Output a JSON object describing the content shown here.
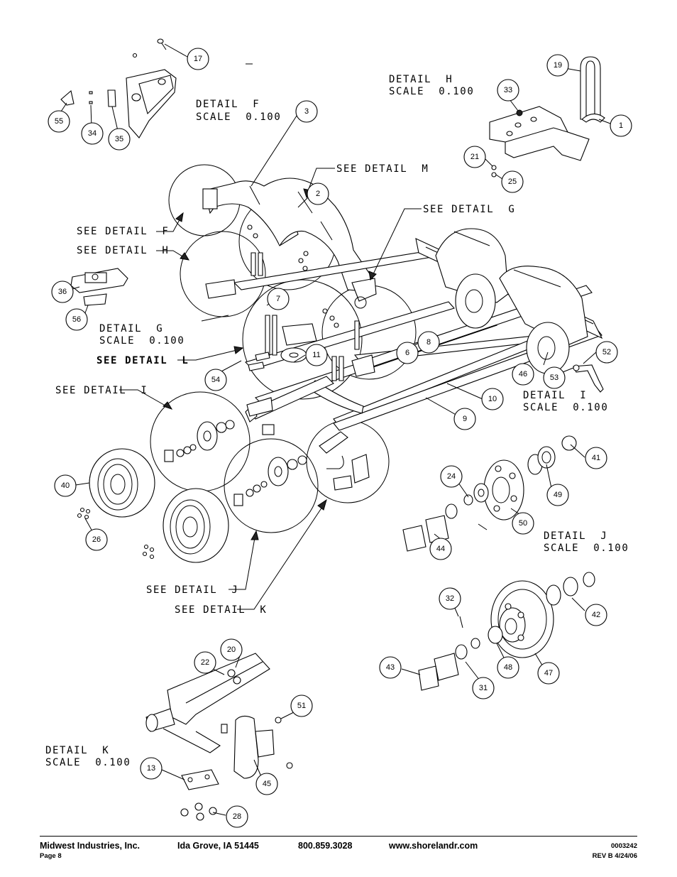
{
  "details": {
    "F": {
      "title": "DETAIL  F",
      "scale": "SCALE  0.100"
    },
    "H": {
      "title": "DETAIL  H",
      "scale": "SCALE  0.100"
    },
    "G": {
      "title": "DETAIL  G",
      "scale": "SCALE  0.100"
    },
    "I": {
      "title": "DETAIL  I",
      "scale": "SCALE  0.100"
    },
    "J": {
      "title": "DETAIL  J",
      "scale": "SCALE  0.100"
    },
    "K": {
      "title": "DETAIL  K",
      "scale": "SCALE  0.100"
    }
  },
  "see_detail": {
    "M": "SEE DETAIL  M",
    "G": "SEE DETAIL  G",
    "F": "SEE DETAIL  F",
    "H": "SEE DETAIL  H",
    "L": "SEE DETAIL  L",
    "I": "SEE DETAIL  I",
    "J": "SEE DETAIL  J",
    "K": "SEE DETAIL  K"
  },
  "callouts": {
    "c17": "17",
    "c55": "55",
    "c34": "34",
    "c35": "35",
    "c3": "3",
    "c2": "2",
    "c19": "19",
    "c33": "33",
    "c1_h": "1",
    "c21": "21",
    "c25": "25",
    "c36": "36",
    "c56": "56",
    "c7": "7",
    "c11": "11",
    "c54": "54",
    "c8": "8",
    "c6": "6",
    "c10": "10",
    "c9": "9",
    "c46": "46",
    "c52": "52",
    "c53": "53",
    "c40": "40",
    "c26": "26",
    "c24": "24",
    "c41": "41",
    "c49": "49",
    "c50": "50",
    "c44": "44",
    "c32": "32",
    "c42": "42",
    "c43": "43",
    "c31": "31",
    "c48": "48",
    "c47": "47",
    "c20": "20",
    "c22": "22",
    "c51": "51",
    "c13": "13",
    "c45": "45",
    "c28": "28"
  },
  "footer": {
    "company": "Midwest Industries, Inc.",
    "city": "Ida Grove, IA  51445",
    "phone": "800.859.3028",
    "website": "www.shorelandr.com",
    "doc_number": "0003242",
    "page": "Page 8",
    "revision": "REV B  4/24/06"
  }
}
